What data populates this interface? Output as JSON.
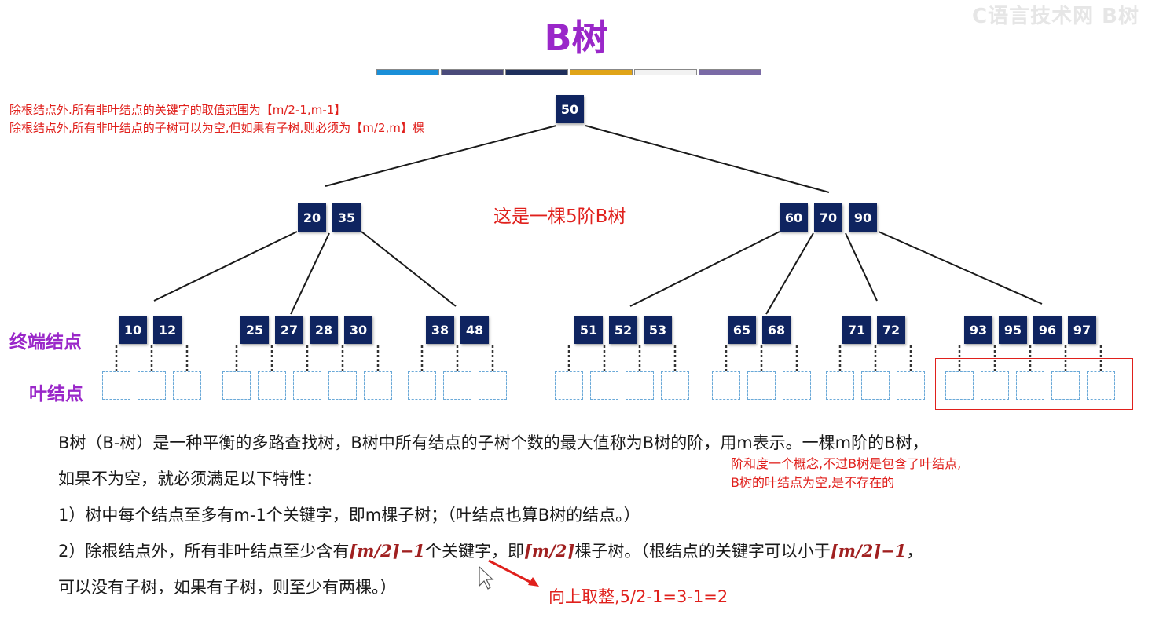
{
  "title": "B树",
  "watermark": "C语言技术网 B树",
  "colors": {
    "title": "#9a27c9",
    "annotation": "#e0201c",
    "node": "#0f2460",
    "leaf_border": "#6aa9d8",
    "bars": [
      "#1a8fd8",
      "#4a4a7a",
      "#1f2f5c",
      "#e0a418",
      "#f2f2f2",
      "#7a6aa6"
    ]
  },
  "notes": {
    "line1": "除根结点外.所有非叶结点的关键字的取值范围为【m/2-1,m-1】",
    "line2": "除根结点外,所有非叶结点的子树可以为空,但如果有子树,则必须为【m/2,m】棵"
  },
  "tree": {
    "root": [
      "50"
    ],
    "level2_left": [
      "20",
      "35"
    ],
    "level2_right": [
      "60",
      "70",
      "90"
    ],
    "terminal": [
      [
        "10",
        "12"
      ],
      [
        "25",
        "27",
        "28",
        "30"
      ],
      [
        "38",
        "48"
      ],
      [
        "51",
        "52",
        "53"
      ],
      [
        "65",
        "68"
      ],
      [
        "71",
        "72"
      ],
      [
        "93",
        "95",
        "96",
        "97"
      ]
    ],
    "caption": "这是一棵5阶B树"
  },
  "labels": {
    "terminal": "终端结点",
    "leaf": "叶结点"
  },
  "text": {
    "p1": "B树（B-树）是一种平衡的多路查找树，B树中所有结点的子树个数的最大值称为B树的阶，用m表示。一棵m阶的B树，",
    "p2": "如果不为空，就必须满足以下特性：",
    "p3": "1）树中每个结点至多有m-1个关键字，即m棵子树；（叶结点也算B树的结点。）",
    "p4a": "2）除根结点外，所有非叶结点至少含有",
    "math1": "⌈m/2⌉−1",
    "p4b": "个关键字，即",
    "math2": "⌈m/2⌉",
    "p4c": "棵子树。（根结点的关键字可以小于",
    "math3": "⌈m/2⌉−1",
    "p4d": "，",
    "p5": "可以没有子树，如果有子树，则至少有两棵。）"
  },
  "annotations": {
    "order_note1": "阶和度一个概念,不过B树是包含了叶结点,",
    "order_note2": "B树的叶结点为空,是不存在的",
    "ceil_note": "向上取整,5/2-1=3-1=2"
  }
}
